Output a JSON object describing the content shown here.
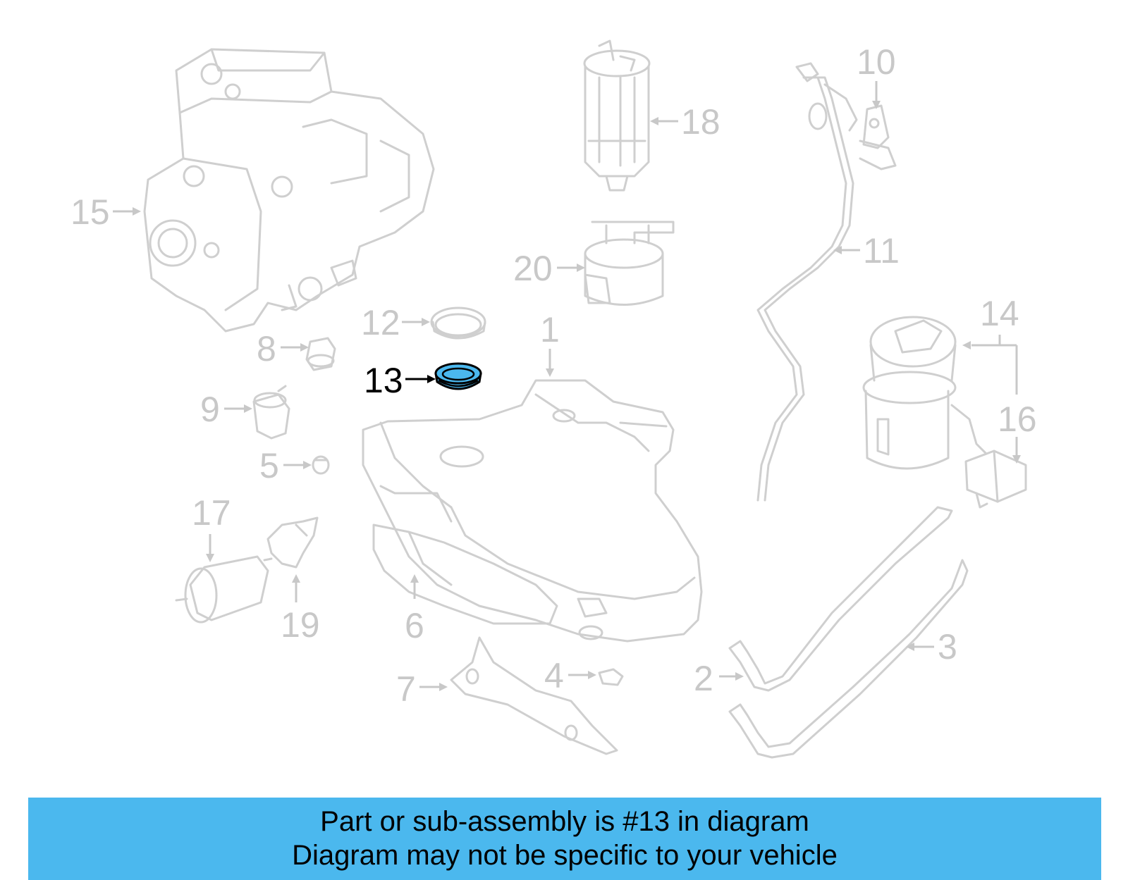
{
  "diagram": {
    "highlight_color": "#4bb8ee",
    "highlighted_part": "13",
    "callouts": [
      {
        "id": "1",
        "label": "1"
      },
      {
        "id": "2",
        "label": "2"
      },
      {
        "id": "3",
        "label": "3"
      },
      {
        "id": "4",
        "label": "4"
      },
      {
        "id": "5",
        "label": "5"
      },
      {
        "id": "6",
        "label": "6"
      },
      {
        "id": "7",
        "label": "7"
      },
      {
        "id": "8",
        "label": "8"
      },
      {
        "id": "9",
        "label": "9"
      },
      {
        "id": "10",
        "label": "10"
      },
      {
        "id": "11",
        "label": "11"
      },
      {
        "id": "12",
        "label": "12"
      },
      {
        "id": "13",
        "label": "13"
      },
      {
        "id": "14",
        "label": "14"
      },
      {
        "id": "15",
        "label": "15"
      },
      {
        "id": "16",
        "label": "16"
      },
      {
        "id": "17",
        "label": "17"
      },
      {
        "id": "18",
        "label": "18"
      },
      {
        "id": "19",
        "label": "19"
      },
      {
        "id": "20",
        "label": "20"
      }
    ]
  },
  "banner": {
    "line1": "Part or sub-assembly is #13 in diagram",
    "line2": "Diagram may not be specific to your vehicle",
    "background": "#4bb8ee"
  }
}
